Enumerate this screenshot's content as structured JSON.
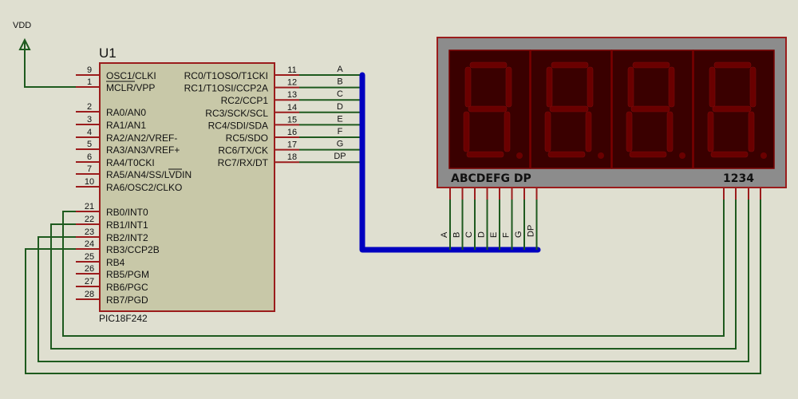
{
  "power": {
    "label": "VDD"
  },
  "ic": {
    "ref": "U1",
    "part": "PIC18F242",
    "left_pins": [
      {
        "num": "9",
        "name": "OSC1/CLKI"
      },
      {
        "num": "1",
        "name": "MCLR/VPP"
      },
      {
        "num": "2",
        "name": "RA0/AN0"
      },
      {
        "num": "3",
        "name": "RA1/AN1"
      },
      {
        "num": "4",
        "name": "RA2/AN2/VREF-"
      },
      {
        "num": "5",
        "name": "RA3/AN3/VREF+"
      },
      {
        "num": "6",
        "name": "RA4/T0CKI"
      },
      {
        "num": "7",
        "name": "RA5/AN4/SS/LVDIN"
      },
      {
        "num": "10",
        "name": "RA6/OSC2/CLKO"
      },
      {
        "num": "21",
        "name": "RB0/INT0"
      },
      {
        "num": "22",
        "name": "RB1/INT1"
      },
      {
        "num": "23",
        "name": "RB2/INT2"
      },
      {
        "num": "24",
        "name": "RB3/CCP2B"
      },
      {
        "num": "25",
        "name": "RB4"
      },
      {
        "num": "26",
        "name": "RB5/PGM"
      },
      {
        "num": "27",
        "name": "RB6/PGC"
      },
      {
        "num": "28",
        "name": "RB7/PGD"
      }
    ],
    "right_pins": [
      {
        "num": "11",
        "name": "RC0/T1OSO/T1CKI",
        "net": "A"
      },
      {
        "num": "12",
        "name": "RC1/T1OSI/CCP2A",
        "net": "B"
      },
      {
        "num": "13",
        "name": "RC2/CCP1",
        "net": "C"
      },
      {
        "num": "14",
        "name": "RC3/SCK/SCL",
        "net": "D"
      },
      {
        "num": "15",
        "name": "RC4/SDI/SDA",
        "net": "E"
      },
      {
        "num": "16",
        "name": "RC5/SDO",
        "net": "F"
      },
      {
        "num": "17",
        "name": "RC6/TX/CK",
        "net": "G"
      },
      {
        "num": "18",
        "name": "RC7/RX/DT",
        "net": "DP"
      }
    ]
  },
  "display": {
    "segment_label": "ABCDEFG DP",
    "digit_label": "1234",
    "digits": 4,
    "digit_value": "8.",
    "bus_nets": [
      "A",
      "B",
      "C",
      "D",
      "E",
      "F",
      "G",
      "DP"
    ]
  },
  "colors": {
    "background": "#dfdfd0",
    "ic_body": "#c8c8a8",
    "ic_border": "#9b1c1c",
    "wire": "#1e5a1e",
    "bus": "#0000c0",
    "display_frame": "#8c8c8c",
    "display_bg": "#3a0000",
    "segment_off": "#6a0000"
  }
}
